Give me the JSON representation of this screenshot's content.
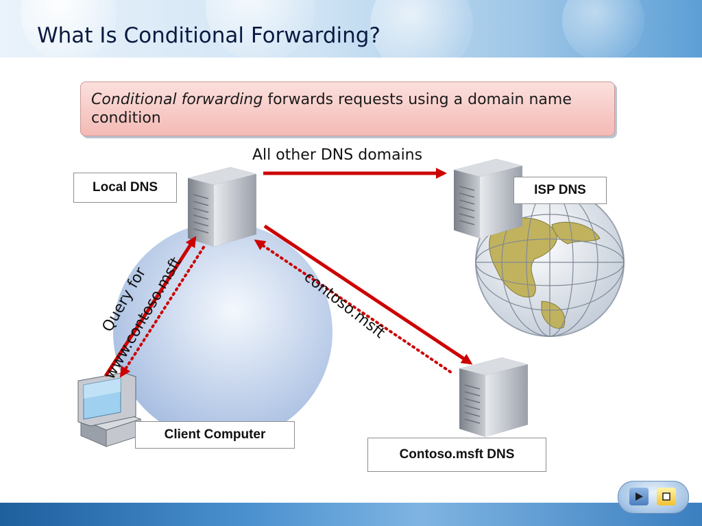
{
  "slide": {
    "title": "What Is Conditional Forwarding?"
  },
  "callout": {
    "emphasis": "Conditional forwarding",
    "rest": " forwards requests using a domain name condition"
  },
  "labels": {
    "local_dns": "Local DNS",
    "isp_dns": "ISP DNS",
    "client_computer": "Client Computer",
    "contoso_dns": "Contoso.msft DNS"
  },
  "edges": {
    "all_other": "All other DNS domains",
    "contoso": "contoso.msft",
    "query_line1": "Query for",
    "query_line2": "www.contoso.msft"
  },
  "colors": {
    "arrow_red": "#cc0000",
    "bubble_blue": "#b8c9e6",
    "callout_pink": "#f4bab5"
  },
  "icons": {
    "server": "server-tower-icon",
    "globe": "globe-icon",
    "computer": "desktop-computer-icon",
    "nav_next": "play-icon",
    "nav_stop": "stop-icon"
  }
}
